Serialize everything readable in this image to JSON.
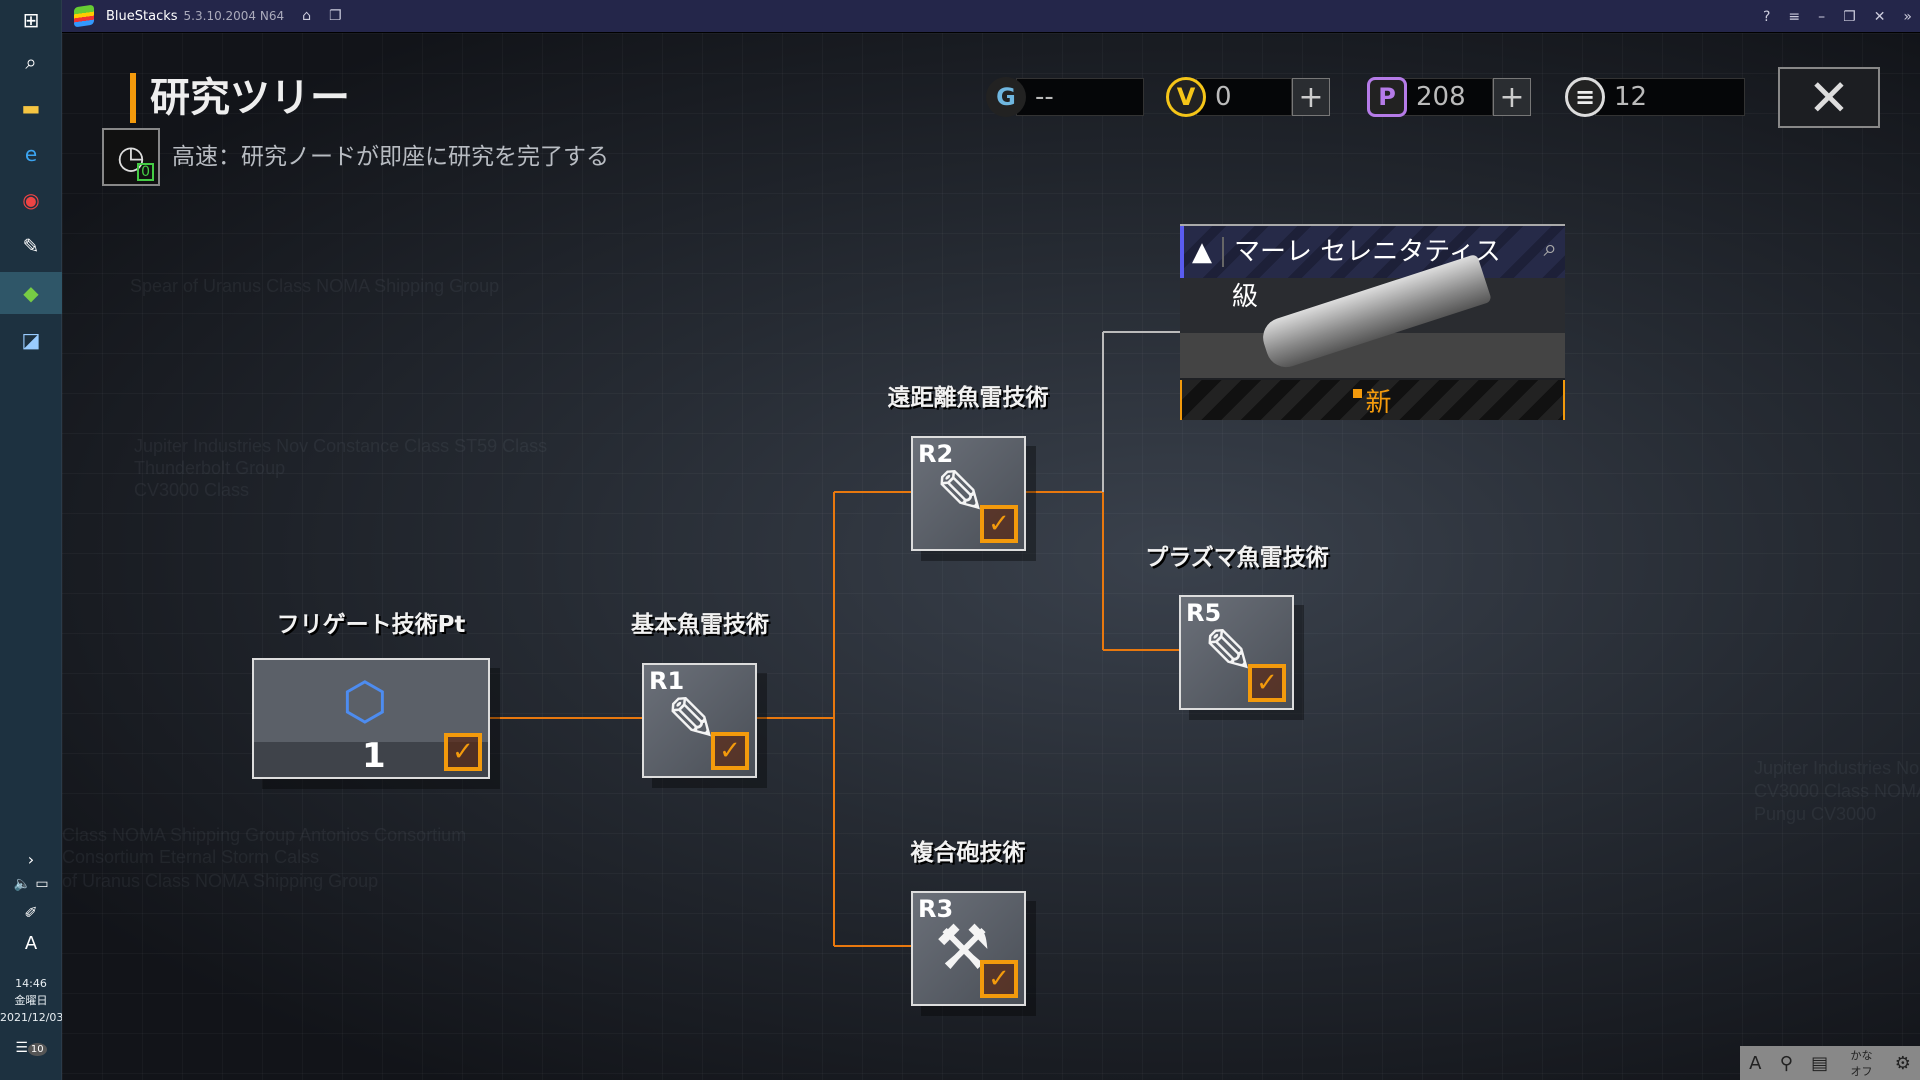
{
  "window": {
    "app": "BlueStacks",
    "version": "5.3.10.2004 N64"
  },
  "taskbar": {
    "time": "14:46",
    "weekday": "金曜日",
    "date": "2021/12/03",
    "notifications": "10",
    "ime": "A"
  },
  "header": {
    "title": "研究ツリー",
    "speed_count": "0",
    "subtitle": "高速：研究ノードが即座に研究を完了する"
  },
  "currencies": [
    {
      "icon": "refresh-g-icon",
      "value": "--",
      "color": "#6fb7e0"
    },
    {
      "icon": "gold-v-icon",
      "value": "0",
      "color": "#f5c518"
    },
    {
      "icon": "purple-p-icon",
      "value": "208",
      "color": "#b57be8"
    },
    {
      "icon": "white-g-icon",
      "value": "12",
      "color": "#eeeeee"
    }
  ],
  "nodes": {
    "frigate": {
      "label": "フリゲート技術Pt",
      "value": "1"
    },
    "r1": {
      "label": "基本魚雷技術",
      "tag": "R1"
    },
    "r2": {
      "label": "遠距離魚雷技術",
      "tag": "R2"
    },
    "r3": {
      "label": "複合砲技術",
      "tag": "R3"
    },
    "r5": {
      "label": "プラズマ魚雷技術",
      "tag": "R5"
    }
  },
  "ship_card": {
    "name": "マーレ セレニタティス",
    "suffix": "級",
    "badge": "新"
  },
  "background_text": [
    "Spear of Uranus Class NOMA Shipping Group",
    "Jupiter Industries  Nov Constance Class ST59 Class",
    "Thunderbolt Group",
    "CV3000 Class",
    "Class NOMA Shipping Group Antonios Consortium",
    "Consortium Eternal Storm Calss",
    "of Uranus Class NOMA Shipping Group",
    "Jupiter Industries  No",
    "CV3000 Class NOMA S",
    "Pungu CV3000"
  ],
  "ime_bar": [
    "A",
    "かな オフ"
  ],
  "colors": {
    "accent": "#f39a0c",
    "line": "#e8780e"
  }
}
